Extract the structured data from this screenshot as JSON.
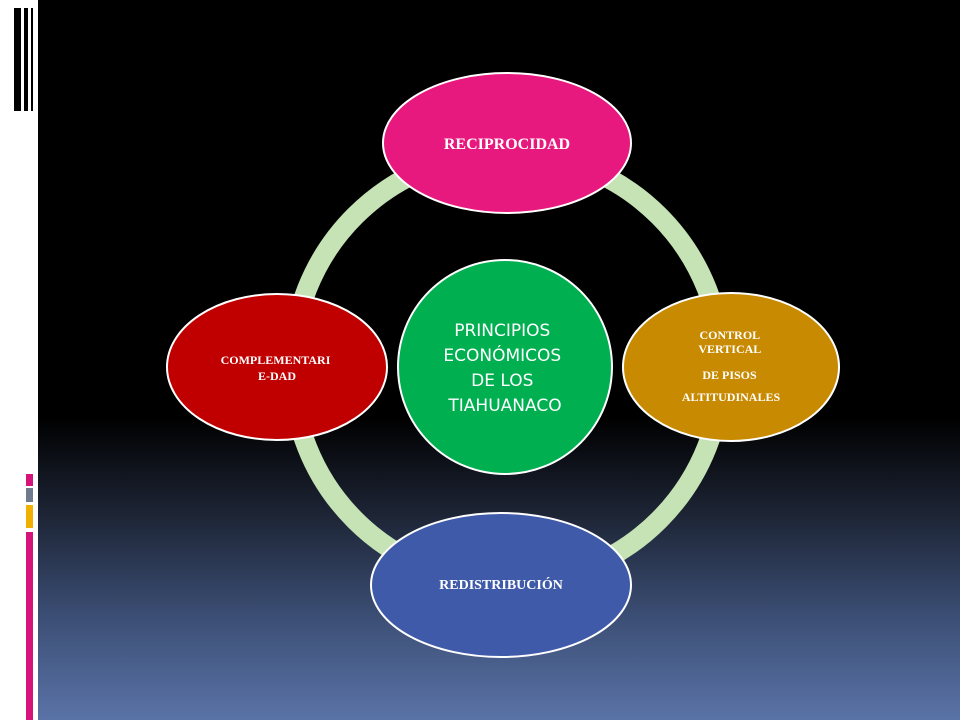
{
  "diagram": {
    "center": {
      "lines": [
        "PRINCIPIOS",
        "ECONÓMICOS",
        "DE LOS",
        "TIAHUANACO"
      ]
    },
    "nodes": {
      "top": {
        "lines": [
          "RECIPROCIDAD"
        ]
      },
      "right": {
        "lines": [
          "CONTROL",
          "VERTICAL",
          "DE PISOS",
          "ALTITUDINALES"
        ]
      },
      "bottom": {
        "lines": [
          "REDISTRIBUCIÓN"
        ]
      },
      "left": {
        "lines": [
          "COMPLEMENTARI",
          "E-DAD"
        ]
      }
    }
  },
  "colors": {
    "ring": "#c5e3b5",
    "center": "#00b050",
    "top": "#e8197e",
    "right": "#c78a00",
    "bottom": "#3f5aa8",
    "left": "#c00000",
    "accent_magenta": "#d6137a",
    "accent_gray": "#6d7b8d",
    "accent_yellow": "#f2b100"
  }
}
